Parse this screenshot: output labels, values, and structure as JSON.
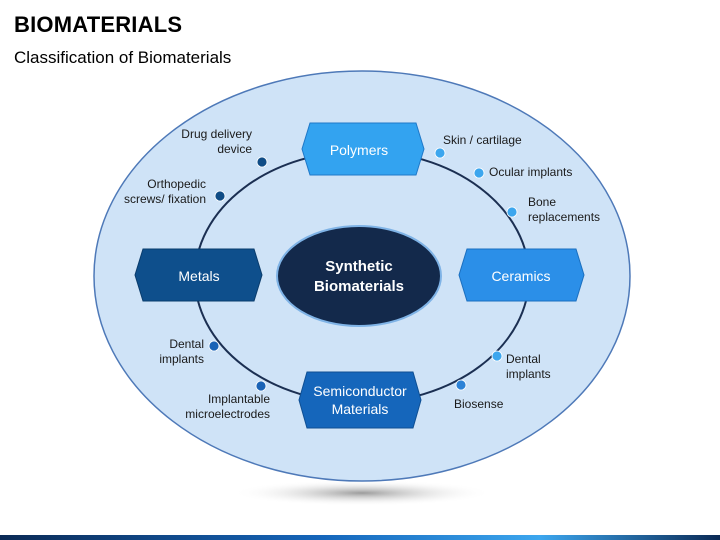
{
  "header": {
    "title": "BIOMATERIALS",
    "subtitle": "Classification of Biomaterials"
  },
  "center": {
    "line1": "Synthetic",
    "line2": "Biomaterials"
  },
  "categories": {
    "polymers": "Polymers",
    "ceramics": "Ceramics",
    "metals": "Metals",
    "semiconductor_line1": "Semiconductor",
    "semiconductor_line2": "Materials"
  },
  "applications": {
    "drug_delivery": "Drug delivery\ndevice",
    "orthopedic": "Orthopedic\nscrews/ fixation",
    "skin": "Skin / cartilage",
    "ocular": "Ocular implants",
    "bone": "Bone\nreplacements",
    "dental_left": "Dental\nimplants",
    "microelectrodes": "Implantable\nmicroelectrodes",
    "dental_right": "Dental\nimplants",
    "biosense": "Biosense"
  },
  "colors": {
    "outer_fill": "#cfe3f7",
    "ring": "#1b2f52",
    "center_fill": "#13294b",
    "polymers": "#33a3f0",
    "ceramics": "#2b8fe8",
    "metals": "#0e4f8c",
    "semiconductor": "#1566bb",
    "dot_dark": "#0f4c86",
    "dot_light": "#3ca6ee"
  }
}
